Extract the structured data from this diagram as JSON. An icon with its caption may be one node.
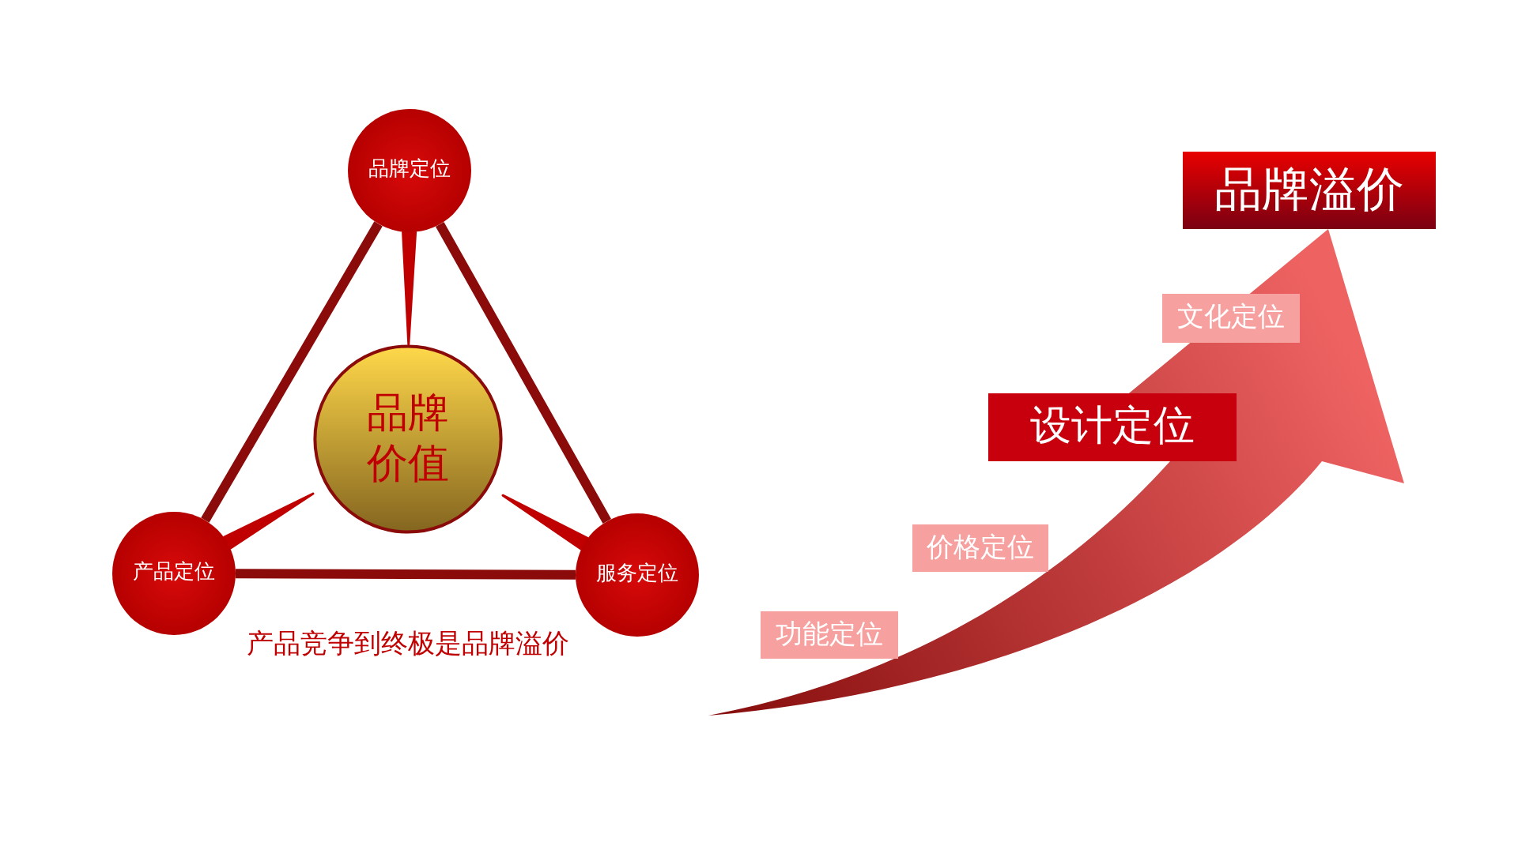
{
  "diagram": {
    "nodes": [
      {
        "text": [
          "品牌定位"
        ]
      },
      {
        "text": [
          "品牌价值"
        ]
      },
      {
        "text": [
          "产品定位"
        ]
      },
      {
        "text": [
          "服务定位"
        ]
      },
      {
        "text": [
          "品牌溢价"
        ]
      },
      {
        "text": [
          "文化定位"
        ]
      },
      {
        "text": [
          "设计定位"
        ]
      },
      {
        "text": [
          "价格定位"
        ]
      },
      {
        "text": [
          "功能定位"
        ]
      }
    ],
    "edges": [
      {
        "from": 0,
        "to": 2,
        "arrow": "none"
      },
      {
        "from": 0,
        "to": 3,
        "arrow": "none"
      },
      {
        "from": 2,
        "to": 3,
        "arrow": "none"
      },
      {
        "from": 0,
        "to": 1,
        "arrow": "none",
        "color": "#c00000"
      },
      {
        "from": 2,
        "to": 1,
        "arrow": "none",
        "color": "#c00000"
      },
      {
        "from": 3,
        "to": 1,
        "arrow": "none",
        "color": "#c00000"
      },
      {
        "from": null,
        "to": 4,
        "arrow": "to",
        "style": "thick",
        "color": "#ee6262"
      }
    ],
    "labels": [
      "产品竞争到终极是品牌溢价"
    ]
  }
}
